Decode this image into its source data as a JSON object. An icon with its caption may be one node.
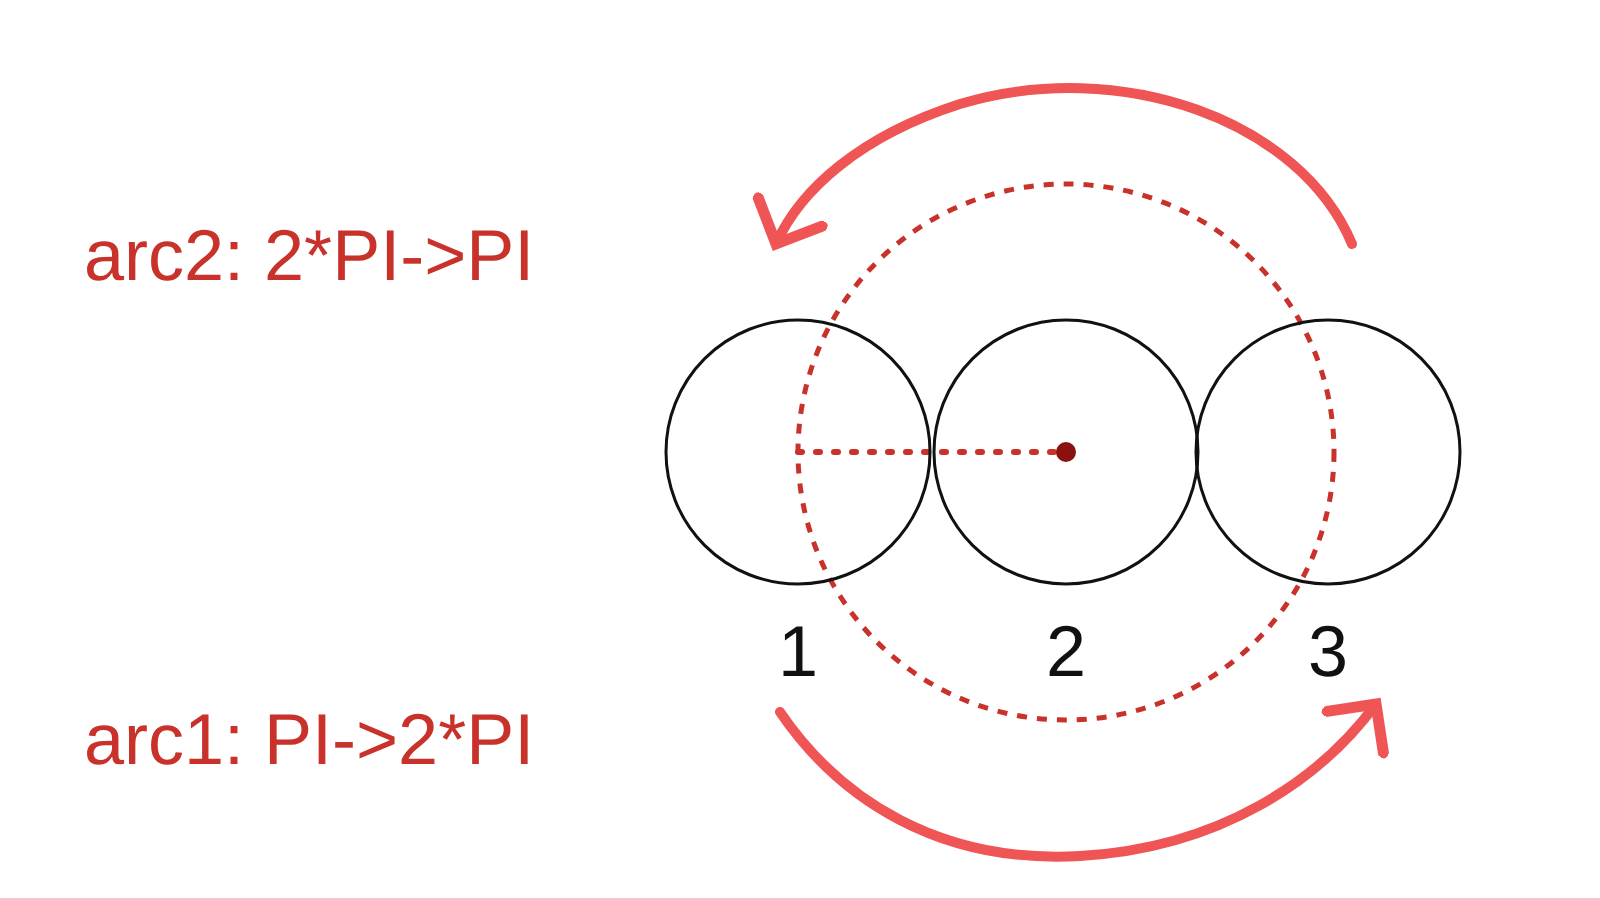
{
  "diagram": {
    "nodes": [
      {
        "text": [
          "1"
        ]
      },
      {
        "text": [
          "2"
        ]
      },
      {
        "text": [
          "3"
        ]
      }
    ],
    "labels": [
      "arc2: 2*PI->PI",
      "arc1: PI->2*PI"
    ]
  }
}
